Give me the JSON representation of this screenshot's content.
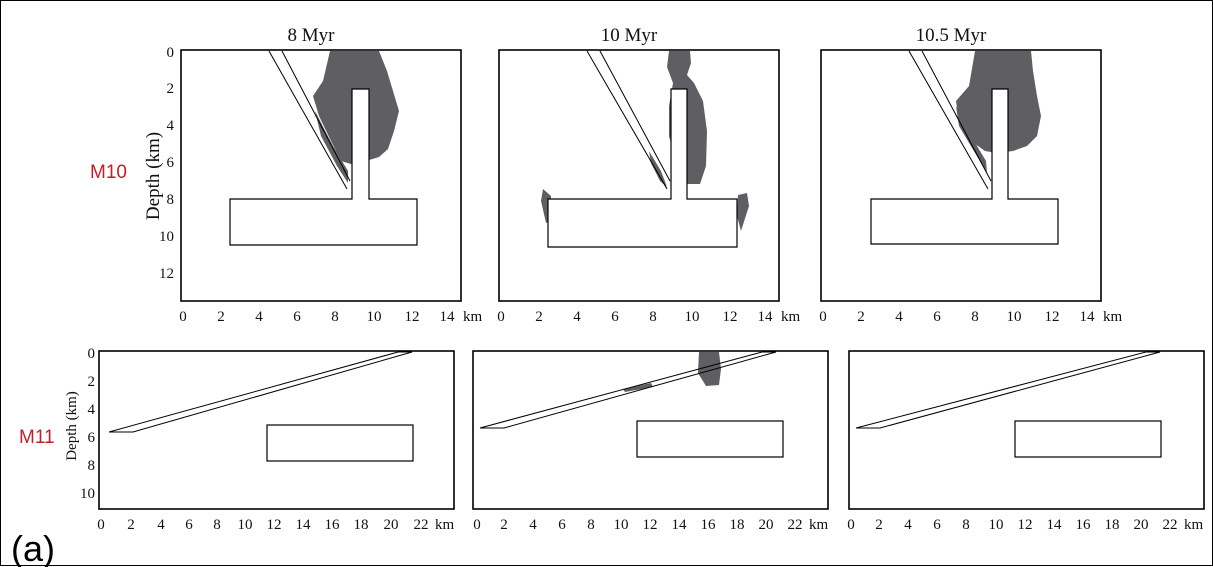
{
  "figure": {
    "panel_letter": "(a)",
    "colors": {
      "frame": "#000000",
      "melt_region": "#5f5f63",
      "model_label": "#c0202a"
    },
    "row_m10": {
      "model_label": "M10",
      "y_label": "Depth (km)",
      "y_ticks": [
        "0",
        "2",
        "4",
        "6",
        "8",
        "10",
        "12"
      ],
      "x_ticks": [
        "0",
        "2",
        "4",
        "6",
        "8",
        "10",
        "12",
        "14"
      ],
      "x_unit": "km",
      "panels": [
        {
          "title": "8 Myr"
        },
        {
          "title": "10 Myr"
        },
        {
          "title": "10.5 Myr"
        }
      ]
    },
    "row_m11": {
      "model_label": "M11",
      "y_label": "Depth (km)",
      "y_ticks": [
        "0",
        "2",
        "4",
        "6",
        "8",
        "10"
      ],
      "x_ticks": [
        "0",
        "2",
        "4",
        "6",
        "8",
        "10",
        "12",
        "14",
        "16",
        "18",
        "20",
        "22"
      ],
      "x_unit": "km",
      "panels_count": 3
    }
  }
}
